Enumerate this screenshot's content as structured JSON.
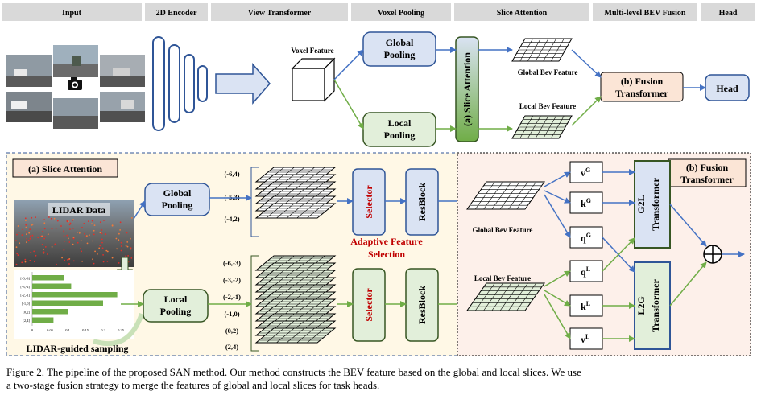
{
  "header": {
    "stages": [
      "Input",
      "2D Encoder",
      "View Transformer",
      "Voxel Pooling",
      "Slice Attention",
      "Multi-level BEV Fusion",
      "Head"
    ]
  },
  "top": {
    "voxel_feature": "Voxel Feature",
    "global_pooling": [
      "Global",
      "Pooling"
    ],
    "local_pooling": [
      "Local",
      "Pooling"
    ],
    "slice_attention": "(a) Slice Attention",
    "global_bev": "Global Bev Feature",
    "local_bev": "Local Bev Feature",
    "fusion": [
      "(b) Fusion",
      "Transformer"
    ],
    "head": "Head"
  },
  "panel_a": {
    "title": "(a) Slice Attention",
    "lidar_data": "LIDAR Data",
    "lidar_sampling": "LIDAR-guided sampling",
    "global_pooling": [
      "Global",
      "Pooling"
    ],
    "local_pooling": [
      "Local",
      "Pooling"
    ],
    "global_slices": [
      "(-6,4)",
      "(-5,3)",
      "(-4,2)"
    ],
    "local_slices": [
      "(-6,-3)",
      "(-3,-2)",
      "(-2,-1)",
      "(-1,0)",
      "(0,2)",
      "(2,4)"
    ],
    "selector": "Selector",
    "resblock": "ResBlock",
    "adaptive": [
      "Adaptive Feature",
      "Selection"
    ],
    "hist_labels": [
      "[-6,-3]",
      "[-3,-2]",
      "[-2,-1]",
      "[-1,0]",
      "[0,2]",
      "[2,4]"
    ],
    "hist_ticks": [
      "0",
      "0.05",
      "0.1",
      "0.15",
      "0.2",
      "0.25"
    ],
    "hist_values": [
      0.09,
      0.11,
      0.24,
      0.2,
      0.1,
      0.06
    ]
  },
  "panel_b": {
    "title": [
      "(b) Fusion",
      "Transformer"
    ],
    "global_bev": "Global Bev Feature",
    "local_bev": "Local Bev Feature",
    "global_vars": [
      "v",
      "k",
      "q"
    ],
    "global_sup": "G",
    "local_vars": [
      "q",
      "k",
      "v"
    ],
    "local_sup": "L",
    "g2l": [
      "G2L",
      "Transformer"
    ],
    "l2g": [
      "L2G",
      "Transformer"
    ],
    "plus": "+"
  },
  "caption": [
    "Figure 2. The pipeline of the proposed SAN method. Our method constructs the BEV feature based on the global and local slices. We use",
    "a two-stage fusion strategy to merge the features of global and local slices for task heads."
  ],
  "colors": {
    "header_bg": "#d9d9d9",
    "blue_fill": "#dae3f3",
    "blue_stroke": "#2f5597",
    "green_fill": "#e2efda",
    "green_stroke": "#375623",
    "orange_fill": "#fbe5d6",
    "panel_a_bg": "#fff8e6",
    "panel_b_bg": "#fdf0ea",
    "arrow_blue": "#4472c4",
    "arrow_green": "#70ad47"
  }
}
